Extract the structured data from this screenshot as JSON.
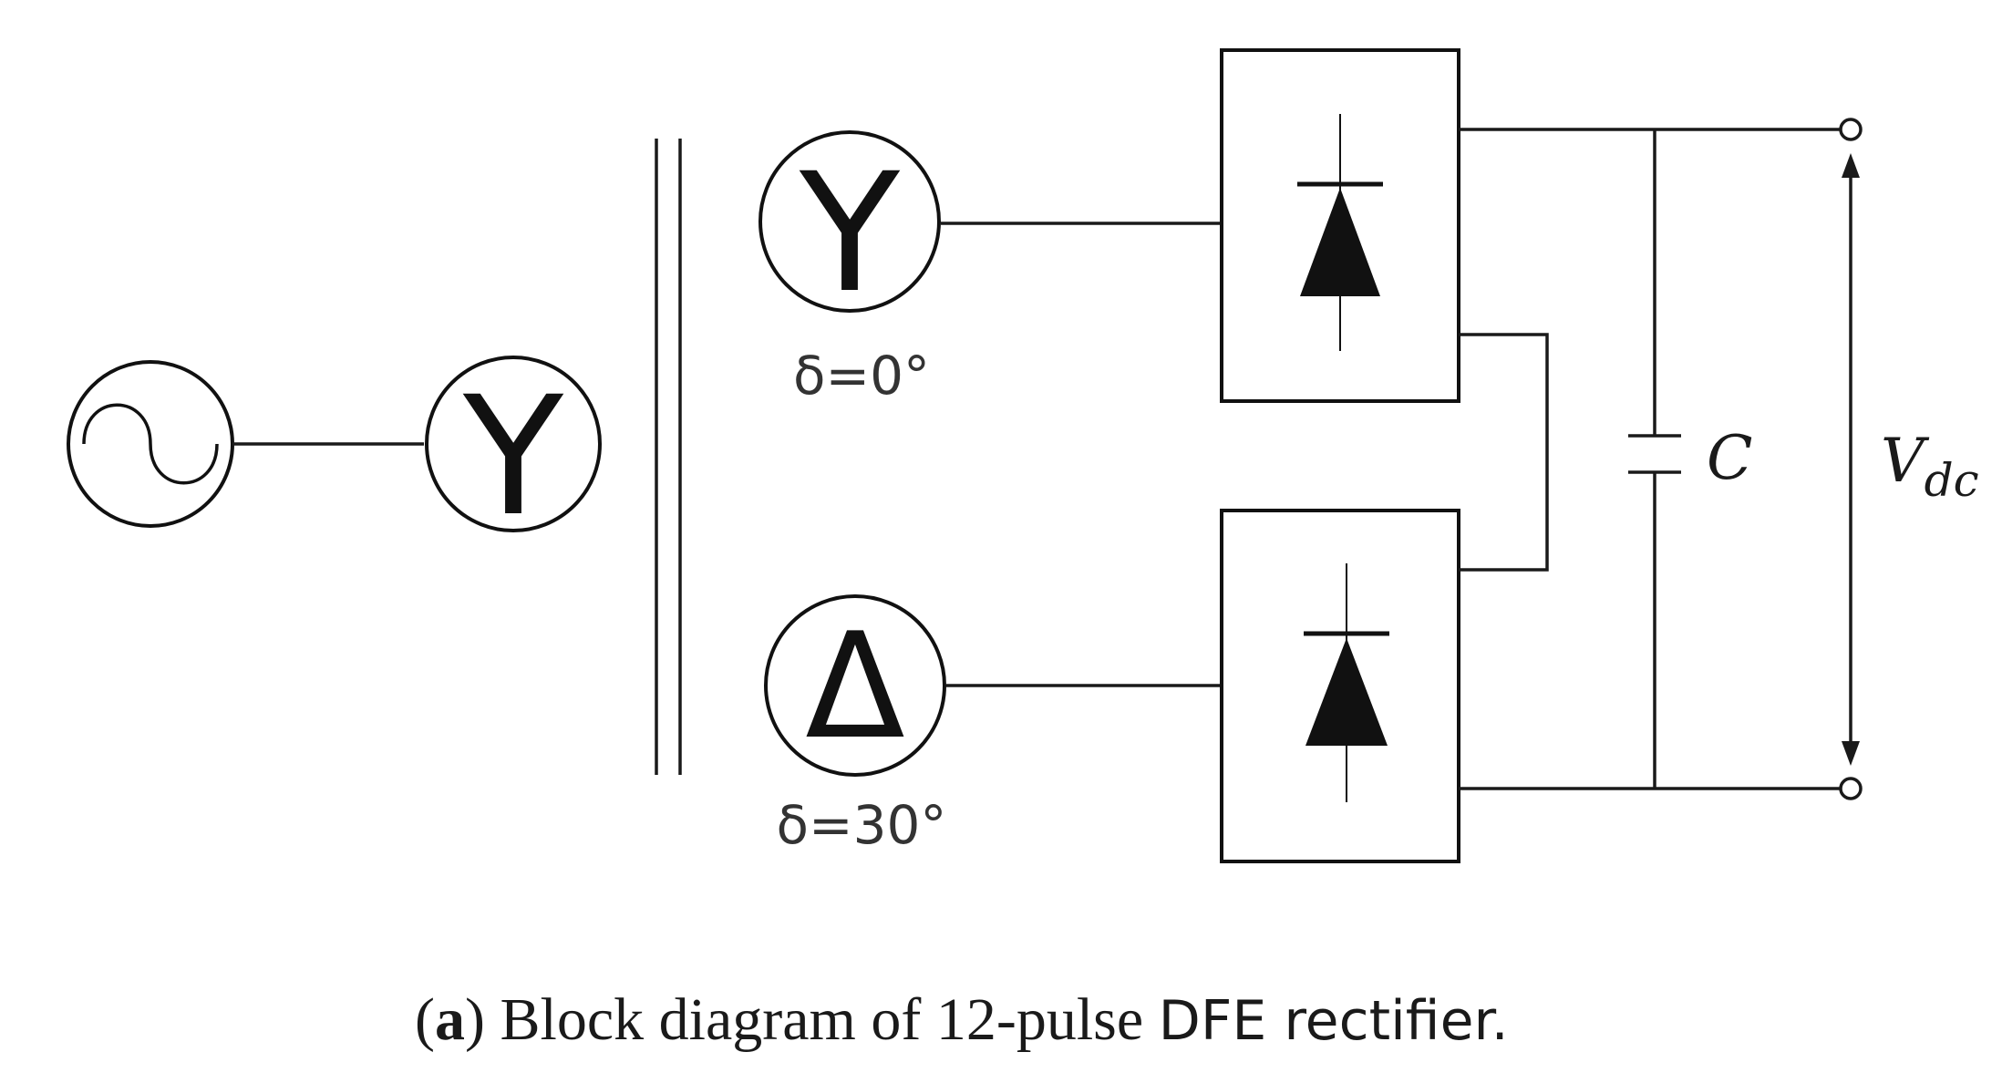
{
  "diagram": {
    "primary_winding": {
      "symbol": "Y"
    },
    "secondary_winding_1": {
      "symbol": "Y",
      "phase_label": "δ=0°"
    },
    "secondary_winding_2": {
      "symbol": "Δ",
      "phase_label": "δ=30°"
    },
    "capacitor": {
      "label": "C"
    },
    "output_voltage": {
      "label_main": "V",
      "label_subscript": "dc"
    }
  },
  "caption": {
    "open_paren": "(",
    "letter": "a",
    "text_serif": ") Block diagram of 12-pulse ",
    "text_sans": "DFE rectifier."
  }
}
